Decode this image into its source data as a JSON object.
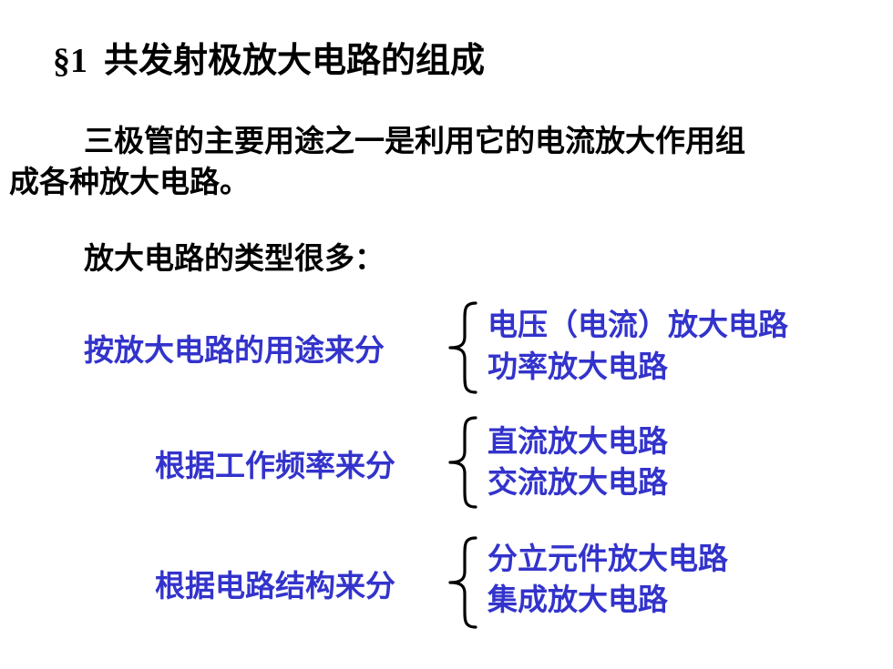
{
  "title": {
    "section_mark": "§1",
    "text": "共发射极放大电路的组成"
  },
  "intro": {
    "line1": "三极管的主要用途之一是利用它的电流放大作用组",
    "line2": "成各种放大电路。",
    "types_heading": "放大电路的类型很多："
  },
  "categories": [
    {
      "label": "按放大电路的用途来分",
      "items": [
        "电压（电流）放大电路",
        "功率放大电路"
      ]
    },
    {
      "label": "根据工作频率来分",
      "items": [
        "直流放大电路",
        "交流放大电路"
      ]
    },
    {
      "label": "根据电路结构来分",
      "items": [
        "分立元件放大电路",
        "集成放大电路"
      ]
    }
  ],
  "colors": {
    "text": "#000000",
    "accent_blue": "#3333cc",
    "background": "#ffffff"
  }
}
